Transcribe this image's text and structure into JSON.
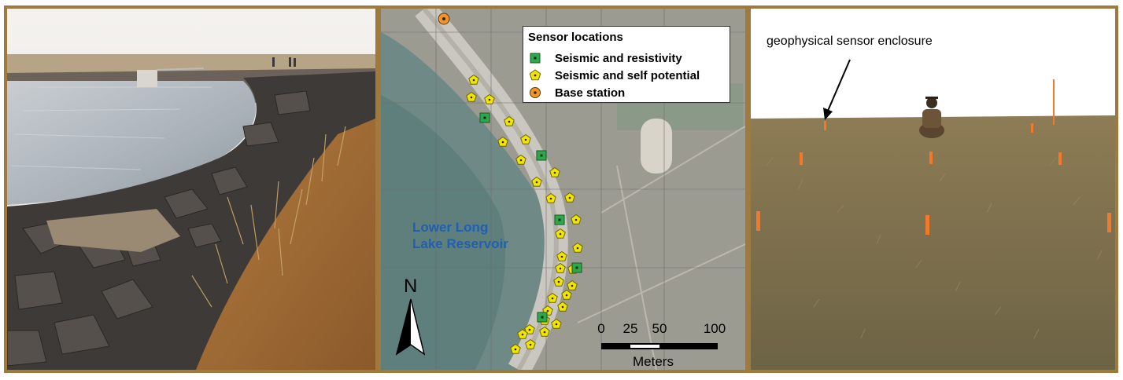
{
  "figure": {
    "left_photo": {
      "caption": ""
    },
    "map": {
      "legend": {
        "title": "Sensor locations",
        "items": [
          {
            "label": "Seismic and resistivity",
            "symbol": "green-square-icon",
            "color": "#2ea84a"
          },
          {
            "label": "Seismic and self potential",
            "symbol": "yellow-pentagon-icon",
            "color": "#f2e600"
          },
          {
            "label": "Base station",
            "symbol": "orange-circle-icon",
            "color": "#f0952a"
          }
        ]
      },
      "reservoir_label_line1": "Lower Long",
      "reservoir_label_line2": "Lake Reservoir",
      "north_label": "N",
      "scale": {
        "ticks": [
          "0",
          "25",
          "50",
          "100"
        ],
        "units": "Meters"
      },
      "marker_counts": {
        "seismic_resistivity": 5,
        "seismic_self_potential": 30,
        "base_station": 1
      }
    },
    "right_photo": {
      "annotation": "geophysical sensor enclosure"
    }
  }
}
